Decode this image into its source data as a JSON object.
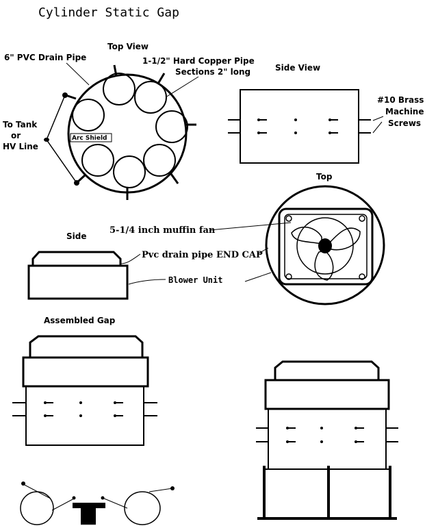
{
  "title": "Cylinder Static Gap",
  "labels": {
    "top_view": "Top View",
    "pvc_pipe": "6\" PVC Drain Pipe",
    "copper_pipe_line1": "1-1/2\" Hard Copper Pipe",
    "copper_pipe_line2": "Sections 2\" long",
    "side_view": "Side View",
    "brass_line1": "#10 Brass",
    "brass_line2": "Machine",
    "brass_line3": "Screws",
    "to_tank_line1": "To Tank",
    "to_tank_line2": "or",
    "to_tank_line3": "HV Line",
    "arc_shield": "Arc Shield",
    "top": "Top",
    "side": "Side",
    "muffin_fan": "5-1/4 inch muffin fan",
    "end_cap": "Pvc drain pipe END CAP",
    "blower_unit": "Blower Unit",
    "assembled_gap": "Assembled Gap"
  },
  "colors": {
    "ink": "#000000",
    "paper": "#ffffff"
  }
}
